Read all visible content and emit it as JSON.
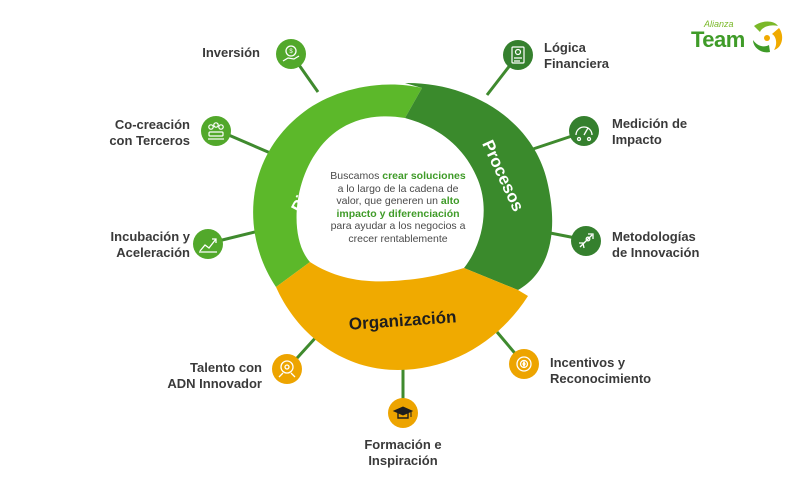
{
  "colors": {
    "pipeline": "#5cb82a",
    "procesos": "#3a8a2c",
    "organizacion": "#f0aa00",
    "pipeline_icon": "#52a82b",
    "procesos_icon": "#35802e",
    "organizacion_icon": "#eda400",
    "connector_green": "#3f8a2e",
    "connector_orange": "#e09b00"
  },
  "brand": {
    "small": "Alianza",
    "big": "Team"
  },
  "segments": {
    "pipeline": "Pipeline",
    "procesos": "Procesos",
    "organizacion": "Organización"
  },
  "center": {
    "t1": "Buscamos ",
    "h1": "crear soluciones",
    "t2": " a lo largo de la cadena de valor, que generen un ",
    "h2": "alto impacto y diferenciación",
    "t3": " para ayudar a los negocios a crecer rentablemente"
  },
  "items": {
    "inversion": {
      "label": "Inversión",
      "icon": "money-bag-hand-icon"
    },
    "cocreacion": {
      "label": "Co-creación\ncon Terceros",
      "icon": "team-meeting-icon"
    },
    "incubacion": {
      "label": "Incubación y\nAceleración",
      "icon": "growth-chart-icon"
    },
    "logica": {
      "label": "Lógica\nFinanciera",
      "icon": "finance-document-icon"
    },
    "medicion": {
      "label": "Medición de\nImpacto",
      "icon": "impact-gauge-icon"
    },
    "metodologias": {
      "label": "Metodologías\nde Innovación",
      "icon": "rocket-icon"
    },
    "talento": {
      "label": "Talento con\nADN Innovador",
      "icon": "head-gear-icon"
    },
    "formacion": {
      "label": "Formación e\nInspiración",
      "icon": "graduation-cap-icon"
    },
    "incentivos": {
      "label": "Incentivos y\nReconocimiento",
      "icon": "medal-icon"
    }
  }
}
